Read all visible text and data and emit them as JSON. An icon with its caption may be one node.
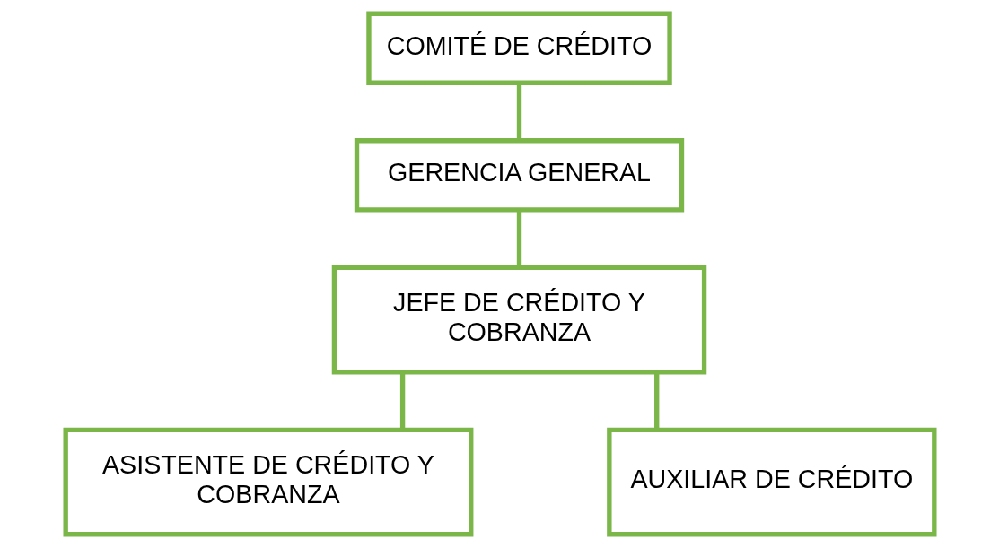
{
  "diagram": {
    "nodes": [
      {
        "text": [
          "COMITÉ DE CRÉDITO"
        ]
      },
      {
        "text": [
          "GERENCIA GENERAL"
        ]
      },
      {
        "text": [
          "JEFE DE CRÉDITO Y COBRANZA"
        ]
      },
      {
        "text": [
          "ASISTENTE DE CRÉDITO Y COBRANZA"
        ]
      },
      {
        "text": [
          "AUXILIAR DE CRÉDITO"
        ]
      }
    ],
    "edges": [
      {
        "from": 0,
        "to": 1,
        "arrow": "none"
      },
      {
        "from": 1,
        "to": 2,
        "arrow": "none"
      },
      {
        "from": 2,
        "to": 3,
        "arrow": "none"
      },
      {
        "from": 2,
        "to": 4,
        "arrow": "none"
      }
    ]
  }
}
